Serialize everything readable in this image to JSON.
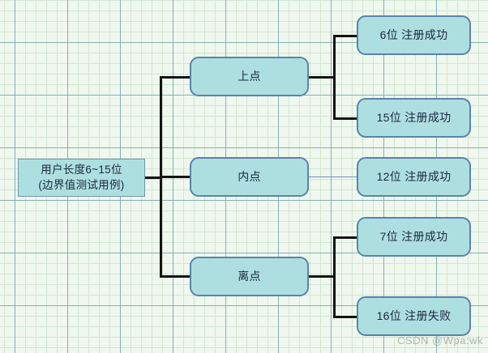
{
  "diagram": {
    "type": "mind-map",
    "root": {
      "label": "用户长度6~15位\n(边界值测试用例)"
    },
    "branches": [
      {
        "label": "上点",
        "leaves": [
          {
            "label": "6位 注册成功"
          },
          {
            "label": "15位 注册成功"
          }
        ]
      },
      {
        "label": "内点",
        "leaves": [
          {
            "label": "12位 注册成功"
          }
        ]
      },
      {
        "label": "离点",
        "leaves": [
          {
            "label": "7位 注册成功"
          },
          {
            "label": "16位 注册失败"
          }
        ]
      }
    ]
  },
  "colors": {
    "node_fill": "#aedfe0",
    "node_border": "#5a83ad",
    "connector": "#131313",
    "connector_thin": "#6f93b4",
    "canvas_background": "#eff7ee",
    "grid_major": "#7aa8aa",
    "grid_minor": "#d0e4d0",
    "text": "#1b2740"
  },
  "watermark": {
    "text": "CSDN @Wpa:wk"
  }
}
